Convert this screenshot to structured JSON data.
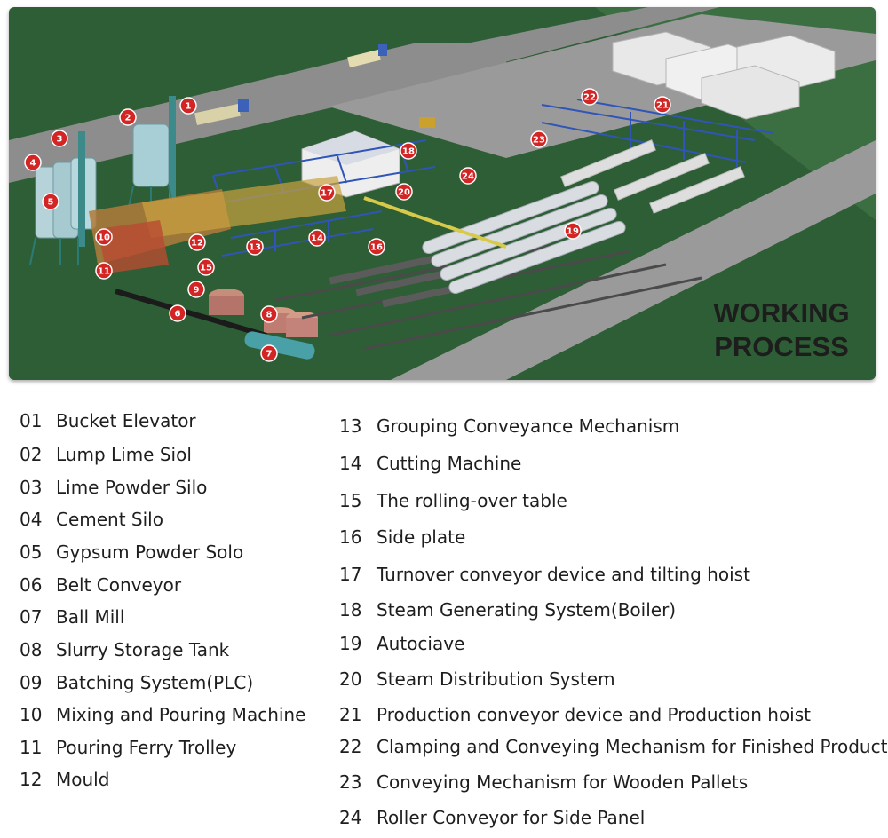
{
  "banner": {
    "line1": "WORKING",
    "line2": "PROCESS"
  },
  "badges": [
    "1",
    "2",
    "3",
    "4",
    "5",
    "6",
    "7",
    "8",
    "9",
    "10",
    "11",
    "12",
    "13",
    "14",
    "15",
    "16",
    "17",
    "18",
    "19",
    "20",
    "21",
    "22",
    "23",
    "24"
  ],
  "legend_left": [
    {
      "num": "01",
      "label": "Bucket Elevator"
    },
    {
      "num": "02",
      "label": "Lump Lime Siol"
    },
    {
      "num": "03",
      "label": "Lime Powder Silo"
    },
    {
      "num": "04",
      "label": "Cement Silo"
    },
    {
      "num": "05",
      "label": "Gypsum Powder Solo"
    },
    {
      "num": "06",
      "label": "Belt Conveyor"
    },
    {
      "num": "07",
      "label": "Ball Mill"
    },
    {
      "num": "08",
      "label": "Slurry Storage Tank"
    },
    {
      "num": "09",
      "label": "Batching System(PLC)"
    },
    {
      "num": "10",
      "label": "Mixing and Pouring Machine"
    },
    {
      "num": "11",
      "label": "Pouring Ferry Trolley"
    },
    {
      "num": "12",
      "label": "Mould"
    }
  ],
  "legend_right": [
    {
      "num": "13",
      "label": "Grouping Conveyance Mechanism"
    },
    {
      "num": "14",
      "label": "Cutting Machine"
    },
    {
      "num": "15",
      "label": "The rolling-over table"
    },
    {
      "num": "16",
      "label": "Side plate"
    },
    {
      "num": "17",
      "label": "Turnover conveyor device and tilting hoist"
    },
    {
      "num": "18",
      "label": "Steam Generating System(Boiler)"
    },
    {
      "num": "19",
      "label": "Autociave"
    },
    {
      "num": "20",
      "label": "Steam Distribution System"
    },
    {
      "num": "21",
      "label": "Production conveyor device and Production hoist"
    },
    {
      "num": "22",
      "label": "Clamping and Conveying Mechanism for Finished Product"
    },
    {
      "num": "23",
      "label": "Conveying Mechanism for Wooden Pallets"
    },
    {
      "num": "24",
      "label": "Roller Conveyor for Side Panel"
    }
  ],
  "colors": {
    "ground": "#2e5e35",
    "road": "#8e8e8e",
    "badge": "#d42525",
    "frame": "#2f55b8"
  }
}
